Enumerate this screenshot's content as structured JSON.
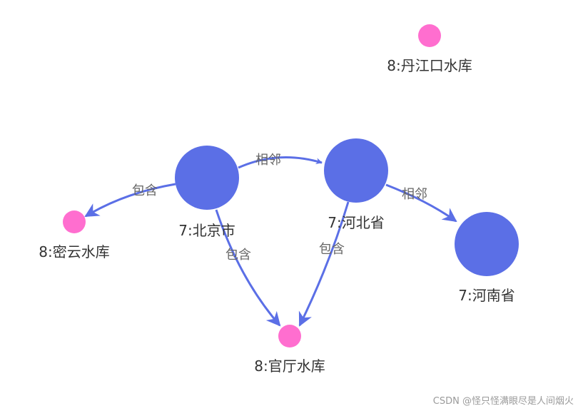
{
  "colors": {
    "large_node": "#5B6FE6",
    "small_node": "#FF6ECF",
    "edge": "#5B6FE6",
    "node_label": "#333333",
    "edge_label": "#666666",
    "background": "#FFFFFF"
  },
  "graph": {
    "nodes": [
      {
        "id": "beijing",
        "label": "7:北京市",
        "category": "large"
      },
      {
        "id": "hebei",
        "label": "7:河北省",
        "category": "large"
      },
      {
        "id": "henan",
        "label": "7:河南省",
        "category": "large"
      },
      {
        "id": "miyun",
        "label": "8:密云水库",
        "category": "small"
      },
      {
        "id": "guanting",
        "label": "8:官厅水库",
        "category": "small"
      },
      {
        "id": "danjiangkou",
        "label": "8:丹江口水库",
        "category": "small"
      }
    ],
    "edges": [
      {
        "source": "beijing",
        "target": "hebei",
        "label": "相邻"
      },
      {
        "source": "hebei",
        "target": "henan",
        "label": "相邻"
      },
      {
        "source": "beijing",
        "target": "miyun",
        "label": "包含"
      },
      {
        "source": "beijing",
        "target": "guanting",
        "label": "包含"
      },
      {
        "source": "hebei",
        "target": "guanting",
        "label": "包含"
      }
    ]
  },
  "watermark": "CSDN @怪只怪满眼尽是人间烟火"
}
